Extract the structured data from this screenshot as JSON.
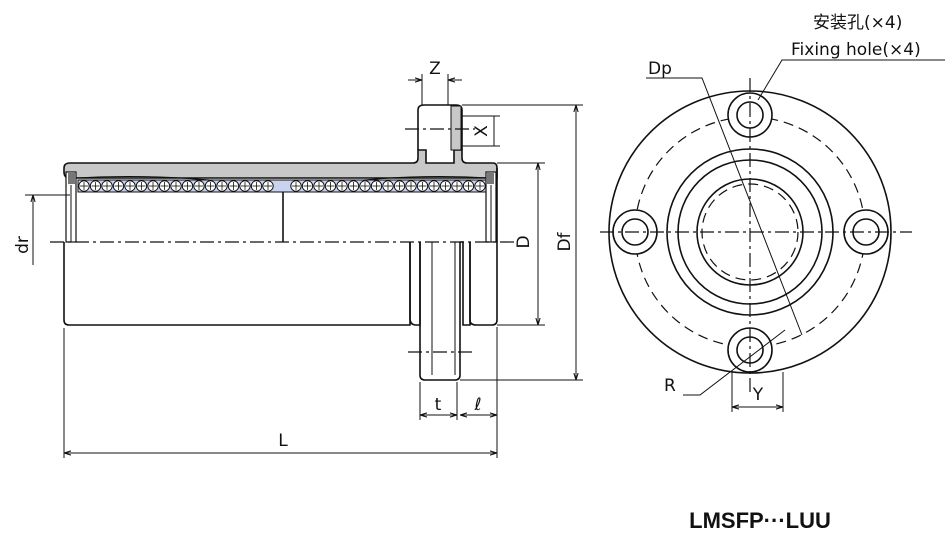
{
  "labels": {
    "z": "Z",
    "x": "X",
    "dr": "dr",
    "d": "D",
    "df": "Df",
    "t": "t",
    "l_small": "ℓ",
    "l": "L",
    "dp": "Dp",
    "r": "R",
    "y": "Y",
    "fixing_hole_cn": "安装孔(×4)",
    "fixing_hole_en": "Fixing hole(×4)"
  },
  "model": "LMSFP···LUU",
  "colors": {
    "shell": "#c8c8c8",
    "retainer": "#c9d3ee",
    "line": "#111111"
  }
}
